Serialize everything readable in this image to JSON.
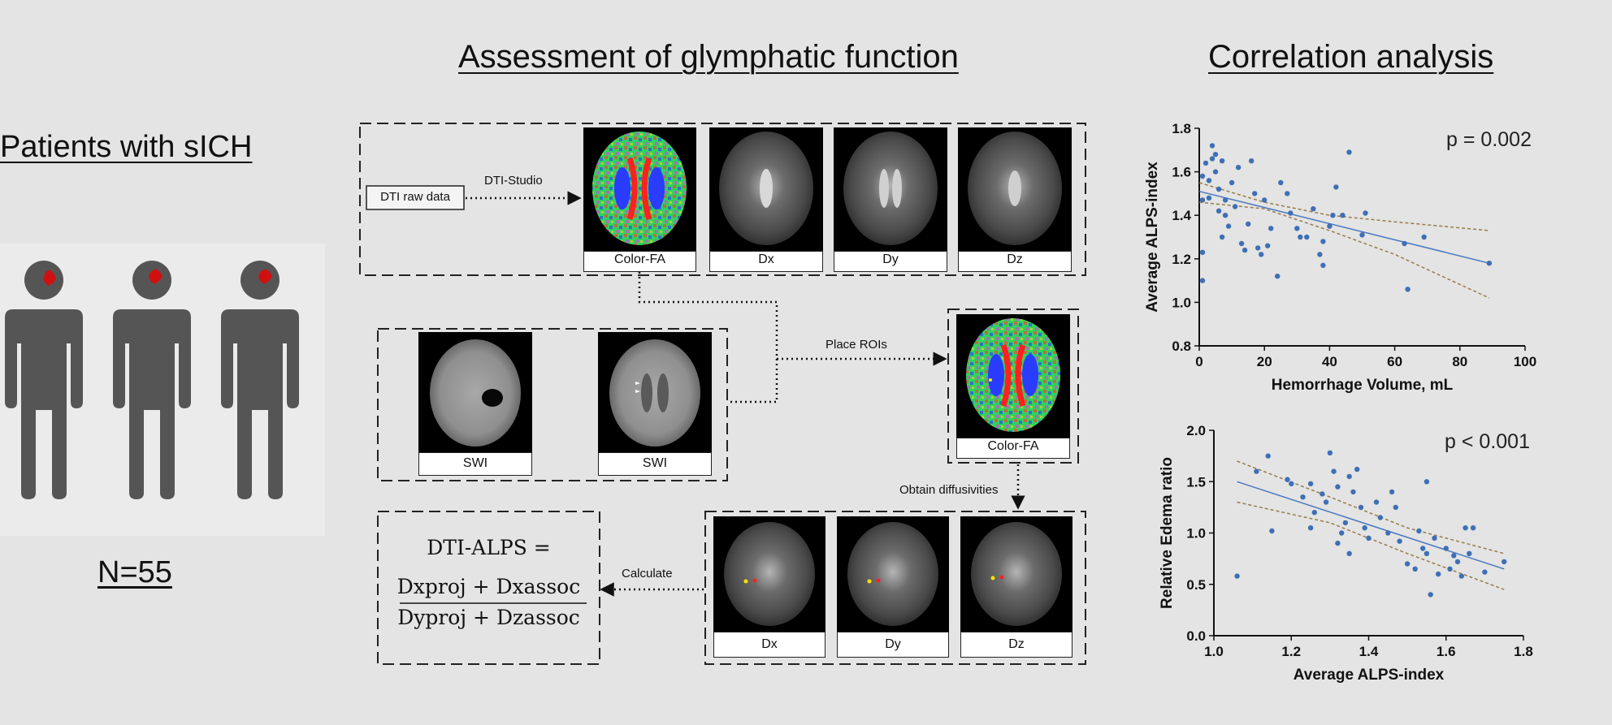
{
  "titles": {
    "left": "Patients with sICH",
    "center": "Assessment of glymphatic function",
    "right": "Correlation analysis"
  },
  "patients": {
    "count_label": "N=55",
    "figures": 3
  },
  "pipeline": {
    "raw_box": "DTI raw data",
    "dti_studio": "DTI-Studio",
    "place_rois": "Place ROIs",
    "obtain_diff": "Obtain diffusivities",
    "calculate": "Calculate",
    "top_captions": [
      "Color-FA",
      "Dx",
      "Dy",
      "Dz"
    ],
    "swi_captions": [
      "SWI",
      "SWI"
    ],
    "roi_caption": "Color-FA",
    "bottom_captions": [
      "Dx",
      "Dy",
      "Dz"
    ],
    "formula": {
      "lhs": "DTI-ALPS =",
      "numerator": "Dxproj + Dxassoc",
      "denominator": "Dyproj + Dzassoc"
    }
  },
  "colors": {
    "point": "#3f6fb5",
    "fit": "#4a76c0",
    "ci": "#9a7a4a",
    "lesion": "#d01010",
    "figure": "#555555"
  },
  "chart_data": [
    {
      "type": "scatter",
      "title": "",
      "xlabel": "Hemorrhage Volume, mL",
      "ylabel": "Average ALPS-index",
      "xlim": [
        0,
        100
      ],
      "ylim": [
        0.8,
        1.8
      ],
      "xticks": [
        0,
        20,
        40,
        60,
        80,
        100
      ],
      "yticks": [
        0.8,
        1.0,
        1.2,
        1.4,
        1.6,
        1.8
      ],
      "annotation": "p = 0.002",
      "fit": {
        "x": [
          0,
          89
        ],
        "y": [
          1.51,
          1.18
        ]
      },
      "ci_upper": {
        "x": [
          0,
          20,
          40,
          60,
          89
        ],
        "y": [
          1.55,
          1.46,
          1.4,
          1.37,
          1.33
        ]
      },
      "ci_lower": {
        "x": [
          0,
          20,
          40,
          60,
          89
        ],
        "y": [
          1.46,
          1.43,
          1.33,
          1.22,
          1.02
        ]
      },
      "points": [
        [
          1,
          1.1
        ],
        [
          1,
          1.23
        ],
        [
          1,
          1.47
        ],
        [
          1,
          1.58
        ],
        [
          2,
          1.64
        ],
        [
          3,
          1.48
        ],
        [
          3,
          1.56
        ],
        [
          4,
          1.66
        ],
        [
          4,
          1.72
        ],
        [
          5,
          1.6
        ],
        [
          5,
          1.68
        ],
        [
          6,
          1.52
        ],
        [
          6,
          1.42
        ],
        [
          7,
          1.3
        ],
        [
          7,
          1.65
        ],
        [
          8,
          1.4
        ],
        [
          8,
          1.47
        ],
        [
          9,
          1.35
        ],
        [
          10,
          1.55
        ],
        [
          11,
          1.44
        ],
        [
          12,
          1.62
        ],
        [
          13,
          1.27
        ],
        [
          14,
          1.24
        ],
        [
          15,
          1.36
        ],
        [
          16,
          1.65
        ],
        [
          17,
          1.5
        ],
        [
          18,
          1.25
        ],
        [
          19,
          1.22
        ],
        [
          20,
          1.47
        ],
        [
          21,
          1.26
        ],
        [
          22,
          1.34
        ],
        [
          24,
          1.12
        ],
        [
          25,
          1.55
        ],
        [
          27,
          1.5
        ],
        [
          28,
          1.41
        ],
        [
          30,
          1.34
        ],
        [
          31,
          1.3
        ],
        [
          33,
          1.3
        ],
        [
          35,
          1.43
        ],
        [
          37,
          1.22
        ],
        [
          38,
          1.17
        ],
        [
          38,
          1.28
        ],
        [
          40,
          1.35
        ],
        [
          41,
          1.4
        ],
        [
          42,
          1.53
        ],
        [
          44,
          1.4
        ],
        [
          46,
          1.69
        ],
        [
          50,
          1.31
        ],
        [
          51,
          1.41
        ],
        [
          63,
          1.27
        ],
        [
          64,
          1.06
        ],
        [
          69,
          1.3
        ],
        [
          89,
          1.18
        ]
      ]
    },
    {
      "type": "scatter",
      "title": "",
      "xlabel": "Average ALPS-index",
      "ylabel": "Relative Edema ratio",
      "xlim": [
        1.0,
        1.8
      ],
      "ylim": [
        0.0,
        2.0
      ],
      "xticks": [
        1.0,
        1.2,
        1.4,
        1.6,
        1.8
      ],
      "yticks": [
        0.0,
        0.5,
        1.0,
        1.5,
        2.0
      ],
      "annotation": "p <  0.001",
      "fit": {
        "x": [
          1.06,
          1.75
        ],
        "y": [
          1.5,
          0.65
        ]
      },
      "ci_upper": {
        "x": [
          1.06,
          1.3,
          1.5,
          1.75
        ],
        "y": [
          1.7,
          1.35,
          1.05,
          0.8
        ]
      },
      "ci_lower": {
        "x": [
          1.06,
          1.3,
          1.5,
          1.75
        ],
        "y": [
          1.3,
          1.1,
          0.8,
          0.45
        ]
      },
      "points": [
        [
          1.06,
          0.58
        ],
        [
          1.11,
          1.6
        ],
        [
          1.14,
          1.75
        ],
        [
          1.15,
          1.02
        ],
        [
          1.19,
          1.52
        ],
        [
          1.2,
          1.48
        ],
        [
          1.23,
          1.35
        ],
        [
          1.25,
          1.05
        ],
        [
          1.25,
          1.48
        ],
        [
          1.26,
          1.2
        ],
        [
          1.28,
          1.38
        ],
        [
          1.29,
          1.3
        ],
        [
          1.3,
          1.78
        ],
        [
          1.31,
          1.6
        ],
        [
          1.32,
          1.45
        ],
        [
          1.32,
          0.9
        ],
        [
          1.33,
          1.0
        ],
        [
          1.34,
          1.1
        ],
        [
          1.35,
          0.8
        ],
        [
          1.35,
          1.55
        ],
        [
          1.36,
          1.4
        ],
        [
          1.37,
          1.62
        ],
        [
          1.38,
          1.25
        ],
        [
          1.39,
          1.05
        ],
        [
          1.4,
          0.95
        ],
        [
          1.42,
          1.3
        ],
        [
          1.43,
          1.15
        ],
        [
          1.45,
          1.0
        ],
        [
          1.46,
          1.4
        ],
        [
          1.47,
          1.25
        ],
        [
          1.48,
          0.92
        ],
        [
          1.5,
          0.7
        ],
        [
          1.52,
          0.65
        ],
        [
          1.53,
          1.02
        ],
        [
          1.54,
          0.85
        ],
        [
          1.55,
          0.8
        ],
        [
          1.55,
          1.5
        ],
        [
          1.56,
          0.4
        ],
        [
          1.57,
          0.95
        ],
        [
          1.58,
          0.6
        ],
        [
          1.6,
          0.85
        ],
        [
          1.61,
          0.65
        ],
        [
          1.62,
          0.78
        ],
        [
          1.63,
          0.72
        ],
        [
          1.64,
          0.58
        ],
        [
          1.65,
          1.05
        ],
        [
          1.66,
          0.8
        ],
        [
          1.67,
          1.05
        ],
        [
          1.7,
          0.62
        ],
        [
          1.75,
          0.72
        ]
      ]
    }
  ]
}
